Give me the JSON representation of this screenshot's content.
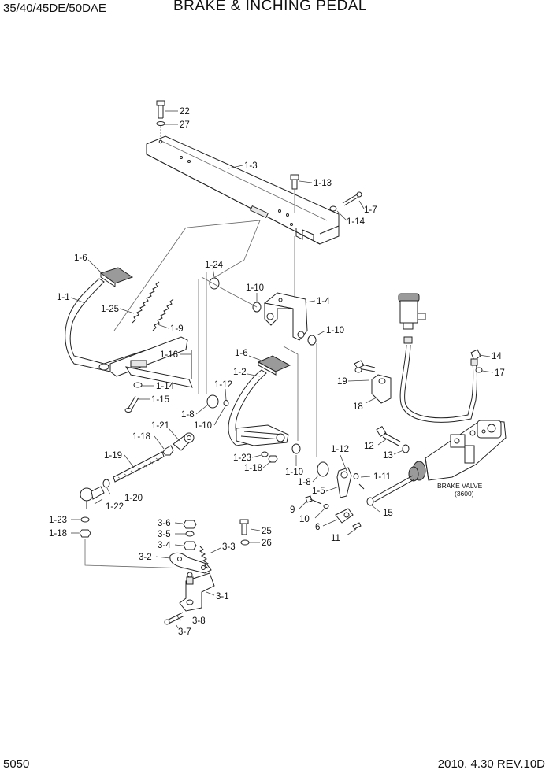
{
  "header": {
    "model": "35/40/45DE/50DAE",
    "title": "BRAKE & INCHING PEDAL"
  },
  "footer": {
    "page_number": "5050",
    "date_rev": "2010. 4.30  REV.10D"
  },
  "brake_valve": {
    "label": "BRAKE VALVE",
    "code": "(3600)"
  },
  "callouts": [
    "22",
    "27",
    "1-3",
    "1-13",
    "1-7",
    "1-14",
    "1-6",
    "1-24",
    "1-10",
    "1-4",
    "1-1",
    "1-25",
    "1-9",
    "1-10",
    "14",
    "17",
    "1-16",
    "1-6",
    "1-2",
    "1-14",
    "1-12",
    "19",
    "18",
    "1-15",
    "1-8",
    "1-10",
    "1-21",
    "1-18",
    "12",
    "13",
    "1-12",
    "1-23",
    "1-18",
    "1-19",
    "1-10",
    "1-11",
    "1-8",
    "1-5",
    "1-22",
    "1-20",
    "9",
    "10",
    "15",
    "6",
    "1-23",
    "3-6",
    "25",
    "3-5",
    "1-18",
    "3-4",
    "26",
    "3-3",
    "11",
    "3-2",
    "3-1",
    "3-8",
    "3-7"
  ]
}
